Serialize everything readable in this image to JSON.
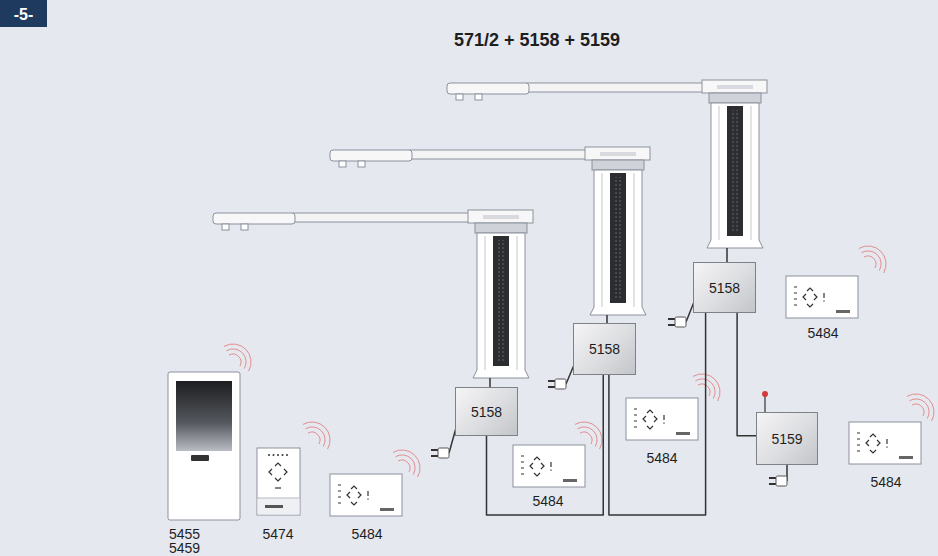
{
  "diagram": {
    "title": "571/2 + 5158 + 5159",
    "nodes": [
      {
        "text": [
          "5158"
        ]
      },
      {
        "text": [
          "5158"
        ]
      },
      {
        "text": [
          "5158"
        ]
      },
      {
        "text": [
          "5159"
        ]
      }
    ],
    "edges": [
      {
        "from": 0,
        "to": 1,
        "arrow": "none"
      },
      {
        "from": 1,
        "to": 2,
        "arrow": "none"
      },
      {
        "from": 2,
        "to": 3,
        "arrow": "none"
      }
    ],
    "labels": [
      "-5-",
      "5455 5459",
      "5474",
      "5484",
      "5484",
      "5484",
      "5484",
      "5484"
    ]
  }
}
